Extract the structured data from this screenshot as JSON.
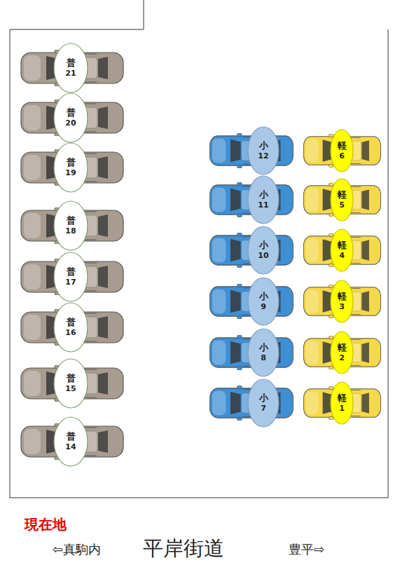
{
  "diagram": {
    "nodes": [
      {
        "text": [
          "普",
          "21"
        ]
      },
      {
        "text": [
          "普",
          "20"
        ]
      },
      {
        "text": [
          "普",
          "19"
        ]
      },
      {
        "text": [
          "普",
          "18"
        ]
      },
      {
        "text": [
          "普",
          "17"
        ]
      },
      {
        "text": [
          "普",
          "16"
        ]
      },
      {
        "text": [
          "普",
          "15"
        ]
      },
      {
        "text": [
          "普",
          "14"
        ]
      },
      {
        "text": [
          "小",
          "12"
        ]
      },
      {
        "text": [
          "小",
          "11"
        ]
      },
      {
        "text": [
          "小",
          "10"
        ]
      },
      {
        "text": [
          "小",
          "9"
        ]
      },
      {
        "text": [
          "小",
          "8"
        ]
      },
      {
        "text": [
          "小",
          "7"
        ]
      },
      {
        "text": [
          "軽",
          "6"
        ]
      },
      {
        "text": [
          "軽",
          "5"
        ]
      },
      {
        "text": [
          "軽",
          "4"
        ]
      },
      {
        "text": [
          "軽",
          "3"
        ]
      },
      {
        "text": [
          "軽",
          "2"
        ]
      },
      {
        "text": [
          "軽",
          "1"
        ]
      }
    ],
    "labels": [
      "現在地",
      "⇦真駒内",
      "平岸街道",
      "豊平⇨"
    ]
  }
}
